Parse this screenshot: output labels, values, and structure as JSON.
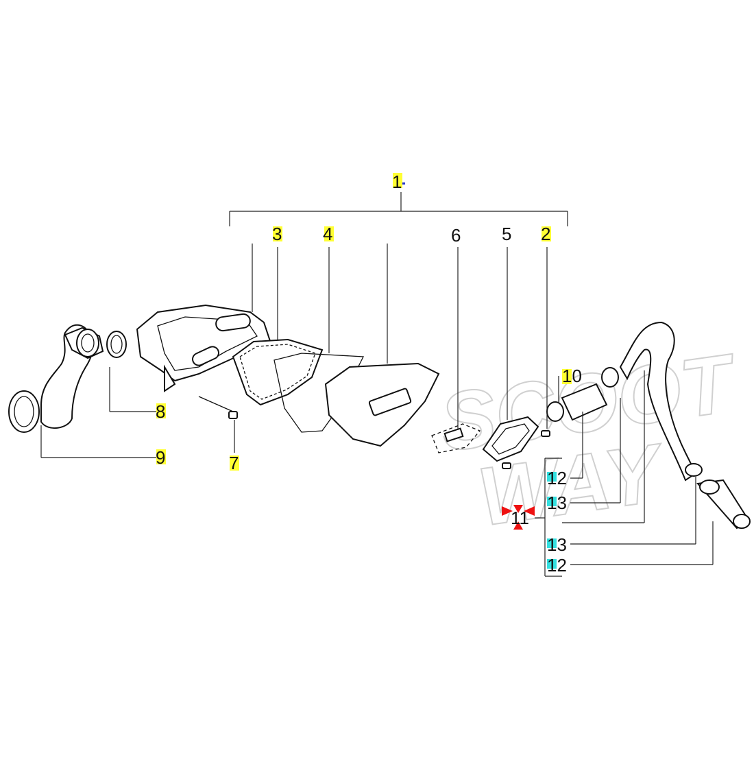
{
  "callouts": [
    {
      "id": "1",
      "highlight": "yellow"
    },
    {
      "id": "2",
      "highlight": "yellow"
    },
    {
      "id": "3",
      "highlight": "yellow"
    },
    {
      "id": "4",
      "highlight": "yellow"
    },
    {
      "id": "5",
      "highlight": "none"
    },
    {
      "id": "6",
      "highlight": "none"
    },
    {
      "id": "7",
      "highlight": "yellow"
    },
    {
      "id": "8",
      "highlight": "yellow"
    },
    {
      "id": "9",
      "highlight": "yellow"
    },
    {
      "id": "10",
      "highlight": "yellow"
    },
    {
      "id": "11",
      "highlight": "red-marker"
    },
    {
      "id": "12",
      "highlight": "cyan"
    },
    {
      "id": "13",
      "highlight": "cyan"
    }
  ],
  "labels": {
    "n1": "1",
    "n2": "2",
    "n3": "3",
    "n4": "4",
    "n5": "5",
    "n6": "6",
    "n7": "7",
    "n8": "8",
    "n9": "9",
    "n10": "10",
    "n11": "11",
    "n12a": "12",
    "n13a": "13",
    "n13b": "13",
    "n12b": "12"
  },
  "watermark": {
    "line1": "SCOOT",
    "line2": "WAY"
  },
  "colors": {
    "highlight_yellow": "#ffff33",
    "highlight_cyan": "#33e0e0",
    "marker_red": "#ee1111",
    "watermark": "#d0d0d0"
  }
}
